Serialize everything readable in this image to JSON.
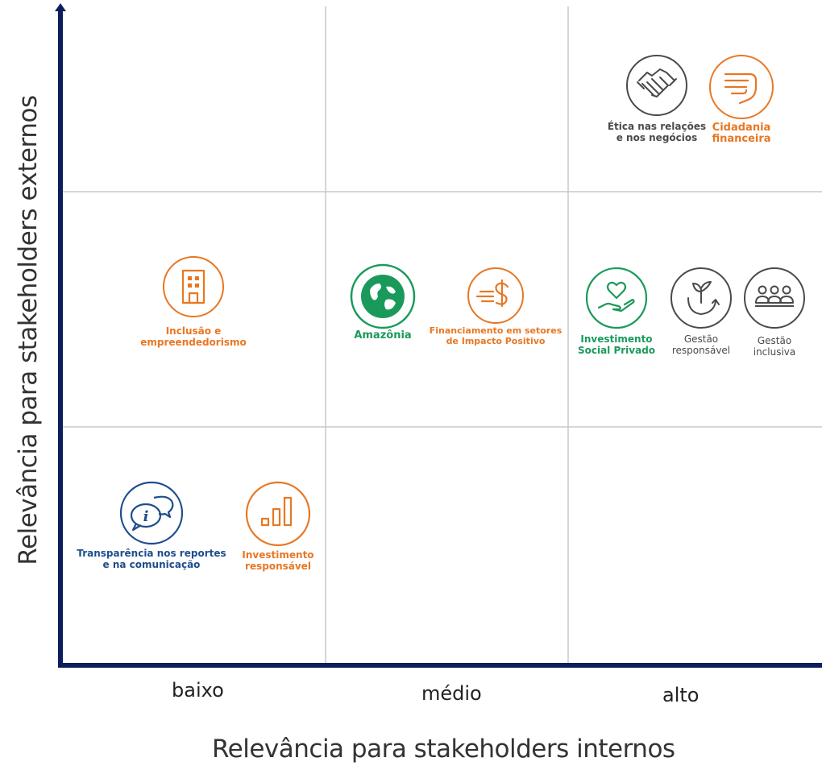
{
  "axes": {
    "x_title": "Relevância para stakeholders internos",
    "y_title": "Relevância para stakeholders externos",
    "x_ticks": [
      "baixo",
      "médio",
      "alto"
    ]
  },
  "colors": {
    "axis": "#0d1e5c",
    "grid": "#c8c8c8",
    "orange": "#e87722",
    "green": "#1a9a5a",
    "gray": "#4a4a4a",
    "blue": "#1e4e8c"
  },
  "topics": {
    "etica": {
      "label": "Ética nas relações\ne nos negócios",
      "icon": "handshake-icon",
      "color": "gray",
      "x_level": "alto",
      "y_level": "alto"
    },
    "cidadania": {
      "label": "Cidadania\nfinanceira",
      "icon": "hand-card-icon",
      "color": "orange",
      "x_level": "alto",
      "y_level": "alto"
    },
    "inclusao": {
      "label": "Inclusão e\nempreendedorismo",
      "icon": "building-icon",
      "color": "orange",
      "x_level": "baixo",
      "y_level": "médio"
    },
    "amazonia": {
      "label": "Amazônia",
      "icon": "globe-icon",
      "color": "green",
      "x_level": "médio",
      "y_level": "médio"
    },
    "financiamento": {
      "label": "Financiamento em setores\nde Impacto Positivo",
      "icon": "dollar-speed-icon",
      "color": "orange",
      "x_level": "médio",
      "y_level": "médio"
    },
    "investimento_social": {
      "label": "Investimento\nSocial Privado",
      "icon": "heart-hand-icon",
      "color": "green",
      "x_level": "alto",
      "y_level": "médio"
    },
    "gestao_responsavel": {
      "label": "Gestão\nresponsável",
      "icon": "sprout-cycle-icon",
      "color": "gray",
      "x_level": "alto",
      "y_level": "médio"
    },
    "gestao_inclusiva": {
      "label": "Gestão\ninclusiva",
      "icon": "people-group-icon",
      "color": "gray",
      "x_level": "alto",
      "y_level": "médio"
    },
    "transparencia": {
      "label": "Transparência nos reportes\ne na comunicação",
      "icon": "info-chat-icon",
      "color": "blue",
      "x_level": "baixo",
      "y_level": "baixo"
    },
    "investimento_responsavel": {
      "label": "Investimento\nresponsável",
      "icon": "bar-chart-icon",
      "color": "orange",
      "x_level": "baixo",
      "y_level": "baixo"
    }
  }
}
